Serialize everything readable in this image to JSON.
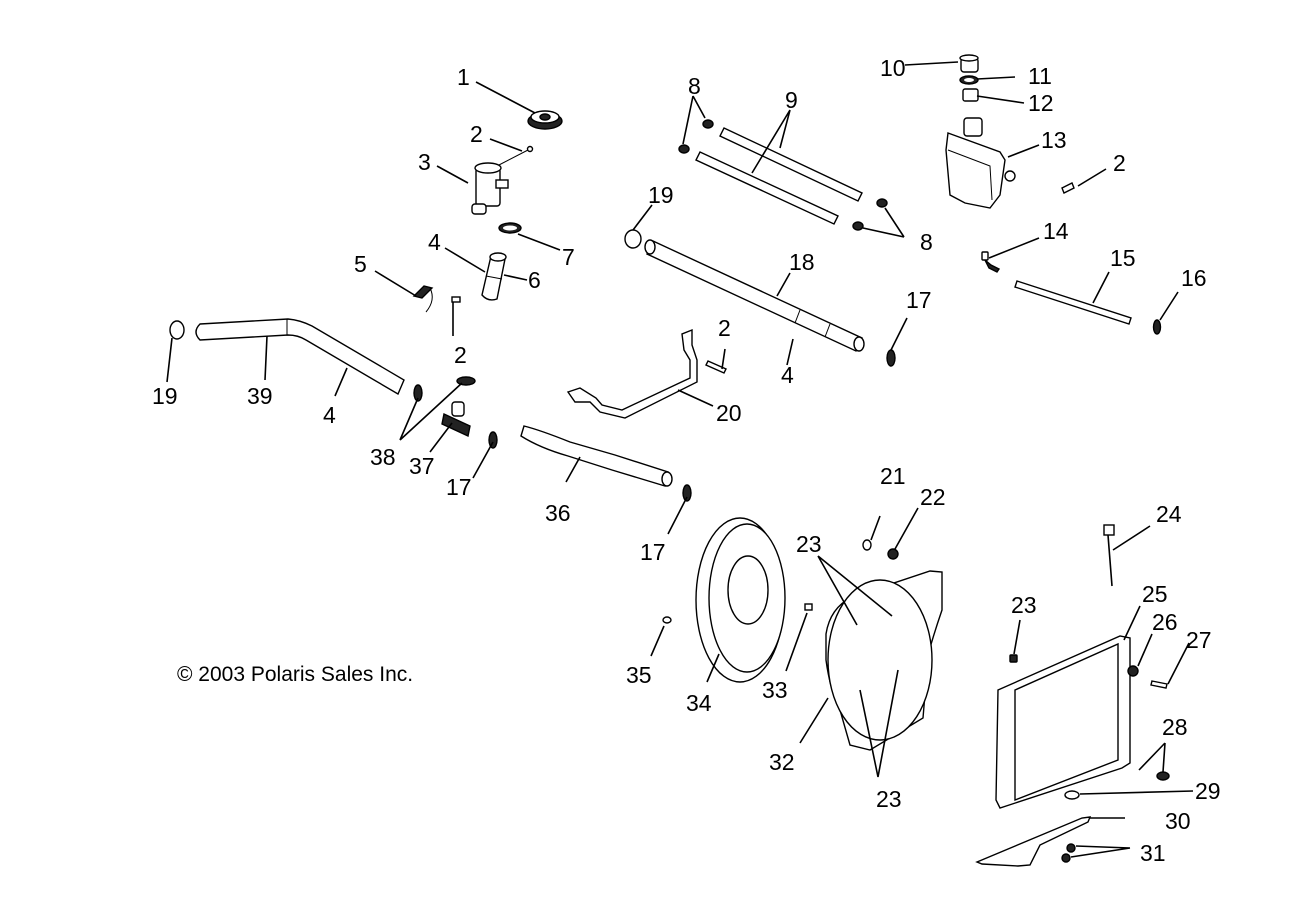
{
  "title": "Cooling System Exploded Parts Diagram",
  "copyright": "© 2003 Polaris Sales Inc.",
  "parts": [
    {
      "id": "p1",
      "number": "1",
      "name": "radiator cap"
    },
    {
      "id": "p2a",
      "number": "2",
      "name": "screw"
    },
    {
      "id": "p3",
      "number": "3",
      "name": "thermostat housing"
    },
    {
      "id": "p4a",
      "number": "4",
      "name": "hose"
    },
    {
      "id": "p5",
      "number": "5",
      "name": "clamp"
    },
    {
      "id": "p6",
      "number": "6",
      "name": "hose"
    },
    {
      "id": "p7",
      "number": "7",
      "name": "clamp"
    },
    {
      "id": "p8a",
      "number": "8",
      "name": "clamp"
    },
    {
      "id": "p9",
      "number": "9",
      "name": "tube"
    },
    {
      "id": "p10",
      "number": "10",
      "name": "cap"
    },
    {
      "id": "p11",
      "number": "11",
      "name": "gasket"
    },
    {
      "id": "p12",
      "number": "12",
      "name": "neck"
    },
    {
      "id": "p13",
      "number": "13",
      "name": "recovery bottle"
    },
    {
      "id": "p2b",
      "number": "2",
      "name": "screw"
    },
    {
      "id": "p8b",
      "number": "8",
      "name": "clamp"
    },
    {
      "id": "p14",
      "number": "14",
      "name": "fitting"
    },
    {
      "id": "p15",
      "number": "15",
      "name": "tube"
    },
    {
      "id": "p16",
      "number": "16",
      "name": "clamp"
    },
    {
      "id": "p19a",
      "number": "19",
      "name": "clamp"
    },
    {
      "id": "p18",
      "number": "18",
      "name": "coolant tube"
    },
    {
      "id": "p4b",
      "number": "4",
      "name": "hose"
    },
    {
      "id": "p17a",
      "number": "17",
      "name": "clamp"
    },
    {
      "id": "p2c",
      "number": "2",
      "name": "screw"
    },
    {
      "id": "p20",
      "number": "20",
      "name": "bracket"
    },
    {
      "id": "p19b",
      "number": "19",
      "name": "clamp"
    },
    {
      "id": "p39",
      "number": "39",
      "name": "tube"
    },
    {
      "id": "p4c",
      "number": "4",
      "name": "hose"
    },
    {
      "id": "p2d",
      "number": "2",
      "name": "screw"
    },
    {
      "id": "p38",
      "number": "38",
      "name": "clamp"
    },
    {
      "id": "p37",
      "number": "37",
      "name": "tee fitting"
    },
    {
      "id": "p17b",
      "number": "17",
      "name": "clamp"
    },
    {
      "id": "p36",
      "number": "36",
      "name": "hose"
    },
    {
      "id": "p17c",
      "number": "17",
      "name": "clamp"
    },
    {
      "id": "p21",
      "number": "21",
      "name": "bolt"
    },
    {
      "id": "p22",
      "number": "22",
      "name": "nut"
    },
    {
      "id": "p23a",
      "number": "23",
      "name": "nut"
    },
    {
      "id": "p24",
      "number": "24",
      "name": "temp sensor"
    },
    {
      "id": "p23b",
      "number": "23",
      "name": "nut"
    },
    {
      "id": "p25",
      "number": "25",
      "name": "radiator"
    },
    {
      "id": "p26",
      "number": "26",
      "name": "nut"
    },
    {
      "id": "p27",
      "number": "27",
      "name": "bolt"
    },
    {
      "id": "p28",
      "number": "28",
      "name": "fastener"
    },
    {
      "id": "p29",
      "number": "29",
      "name": "grommet"
    },
    {
      "id": "p30",
      "number": "30",
      "name": "bracket"
    },
    {
      "id": "p31",
      "number": "31",
      "name": "bolt"
    },
    {
      "id": "p35",
      "number": "35",
      "name": "screw"
    },
    {
      "id": "p34",
      "number": "34",
      "name": "fan"
    },
    {
      "id": "p33",
      "number": "33",
      "name": "screw"
    },
    {
      "id": "p32",
      "number": "32",
      "name": "fan shroud"
    },
    {
      "id": "p23c",
      "number": "23",
      "name": "nut"
    }
  ]
}
